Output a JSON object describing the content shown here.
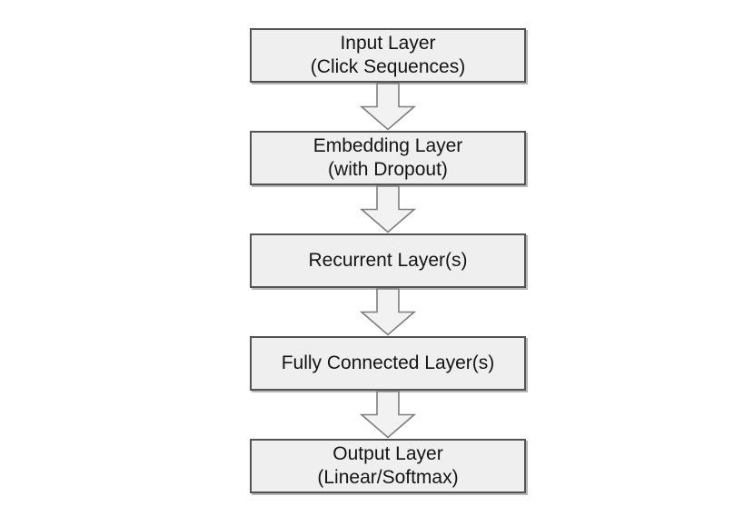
{
  "diagram": {
    "type": "flowchart",
    "direction": "top-down",
    "nodes": [
      {
        "id": "input-layer",
        "label_line1": "Input Layer",
        "label_line2": "(Click Sequences)"
      },
      {
        "id": "embedding-layer",
        "label_line1": "Embedding Layer",
        "label_line2": "(with Dropout)"
      },
      {
        "id": "recurrent-layer",
        "label_line1": "Recurrent Layer(s)",
        "label_line2": ""
      },
      {
        "id": "fully-connected-layer",
        "label_line1": "Fully Connected Layer(s)",
        "label_line2": ""
      },
      {
        "id": "output-layer",
        "label_line1": "Output Layer",
        "label_line2": "(Linear/Softmax)"
      }
    ],
    "connectors": [
      {
        "from": "input-layer",
        "to": "embedding-layer",
        "shape": "block-arrow-down"
      },
      {
        "from": "embedding-layer",
        "to": "recurrent-layer",
        "shape": "block-arrow-down"
      },
      {
        "from": "recurrent-layer",
        "to": "fully-connected-layer",
        "shape": "block-arrow-down"
      },
      {
        "from": "fully-connected-layer",
        "to": "output-layer",
        "shape": "block-arrow-down"
      }
    ],
    "colors": {
      "background": "#ffffff",
      "box_fill": "#efefef",
      "box_border": "#545454",
      "box_shadow": "#b6b6b6",
      "arrow_fill": "#f2f2f2",
      "arrow_stroke": "#7e7e7e",
      "text": "#141414"
    }
  }
}
